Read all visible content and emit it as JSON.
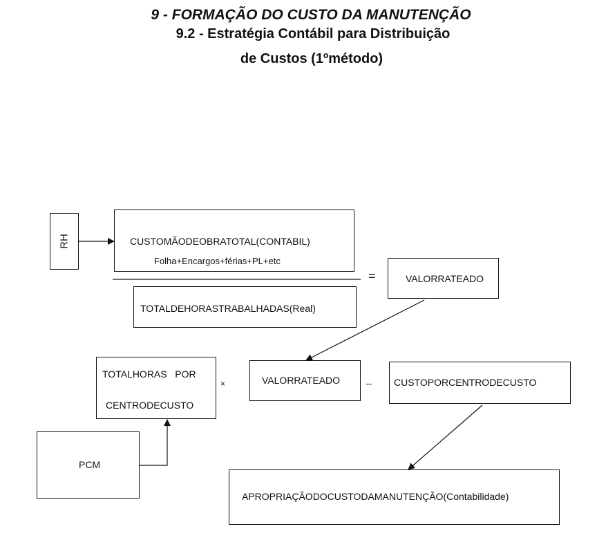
{
  "header": {
    "title": "9 - FORMAÇÃO DO CUSTO DA MANUTENÇÃO",
    "subtitle_line1": "9.2 - Estratégia Contábil para Distribuição",
    "subtitle_line2": "de Custos (1ºmétodo)"
  },
  "diagram": {
    "rh": "RH",
    "custo_total": {
      "line1": "CUSTOMÃODEOBRATOTAL(CONTABIL)",
      "line2": "Folha+Encargos+férias+PL+etc"
    },
    "total_horas": "TOTALDEHORASTRABALHADAS(Real)",
    "equals": "=",
    "valor_rateado_1": "VALORRATEADO",
    "total_horas_cc": {
      "line1": "TOTALHORAS   POR",
      "line2": "CENTRODECUSTO"
    },
    "times": "×",
    "valor_rateado_2": "VALORRATEADO",
    "minus": "–",
    "custo_cc": "CUSTOPORCENTRODECUSTO",
    "pcm": "PCM",
    "apropriacao": "APROPRIAÇÃODOCUSTODAMANUTENÇÃO(Contabilidade)"
  }
}
